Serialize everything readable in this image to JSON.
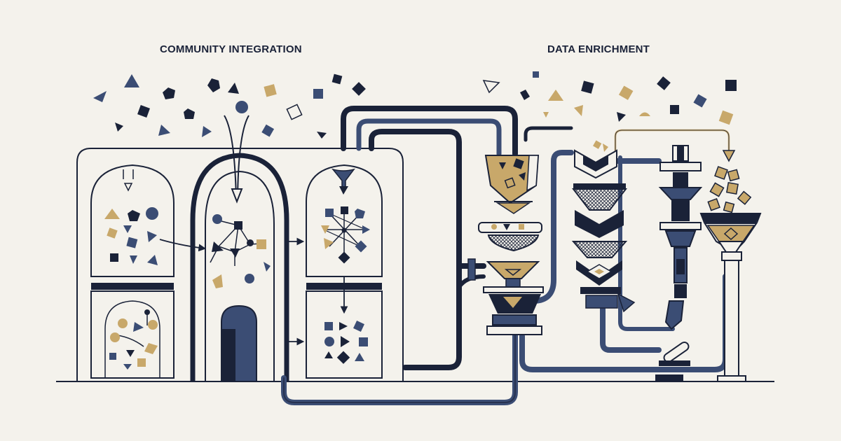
{
  "sections": {
    "left_title": "COMMUNITY INTEGRATION",
    "right_title": "DATA ENRICHMENT"
  },
  "palette": {
    "background": "#f4f2ec",
    "navy": "#1a2238",
    "slate_blue": "#3b4d74",
    "gold": "#c8a86a",
    "line": "#1a2238"
  },
  "icons": [
    "scattered-shapes",
    "arch-building",
    "network-graph-icon",
    "arrow-icon",
    "pipe-system",
    "funnel-icon",
    "sieve-icon",
    "chevron-stack-icon",
    "press-machine-icon",
    "goblet-funnel-icon"
  ]
}
